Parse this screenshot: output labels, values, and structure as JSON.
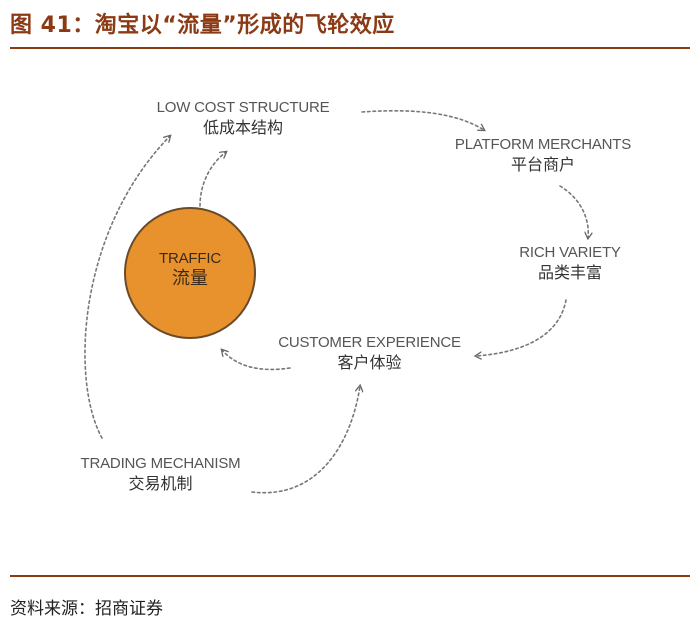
{
  "title": "图 41：淘宝以“流量”形成的飞轮效应",
  "nodes": {
    "low_cost": {
      "en": "LOW COST STRUCTURE",
      "zh": "低成本结构"
    },
    "platform": {
      "en": "PLATFORM MERCHANTS",
      "zh": "平台商户"
    },
    "variety": {
      "en": "RICH VARIETY",
      "zh": "品类丰富"
    },
    "customer": {
      "en": "CUSTOMER EXPERIENCE",
      "zh": "客户体验"
    },
    "trading": {
      "en": "TRADING MECHANISM",
      "zh": "交易机制"
    },
    "traffic": {
      "en": "TRAFFIC",
      "zh": "流量"
    }
  },
  "source": "资料来源：招商证券",
  "colors": {
    "accent": "#8b3a16",
    "circle_fill": "#e8922e",
    "arrow": "#666666"
  }
}
